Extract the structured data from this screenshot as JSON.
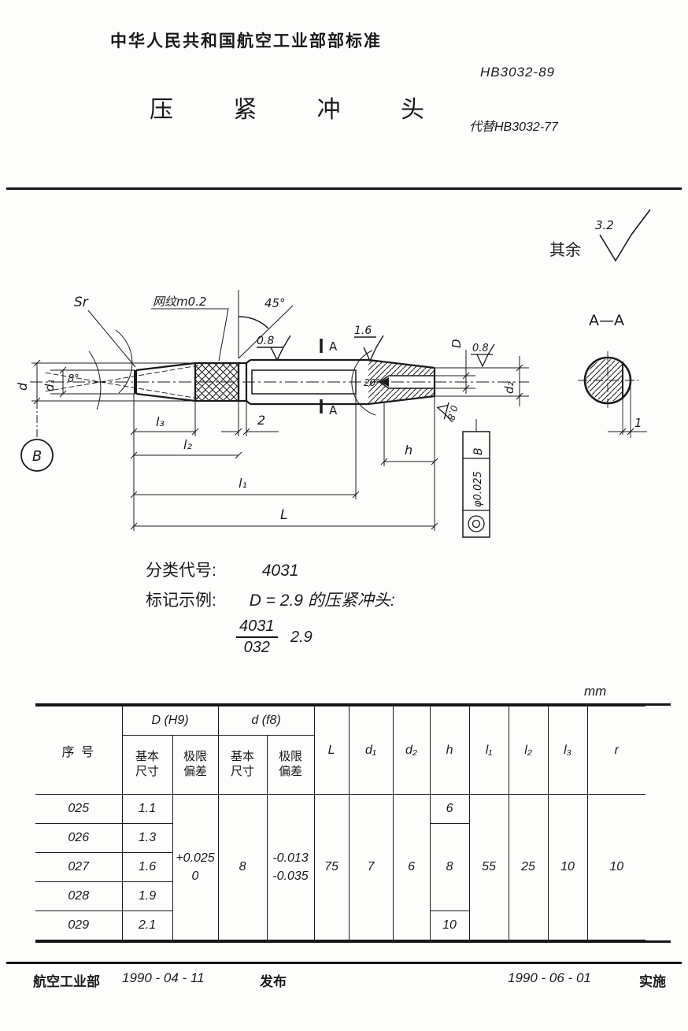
{
  "header": {
    "org": "中华人民共和国航空工业部部标准",
    "standard_no": "HB3032-89",
    "title": "压 紧 冲 头",
    "replaces": "代替HB3032-77"
  },
  "drawing": {
    "others_note": "其余",
    "others_value": "3.2",
    "sr": "Sr",
    "knurl_note": "网纹m0.2",
    "angle_45": "45°",
    "angle_20": "20°",
    "angle_8": "8°",
    "finish_08": "0.8",
    "finish_16": "1.6",
    "dim_d": "d",
    "dim_d1": "d₁",
    "dim_d2": "d₂",
    "dim_D": "D",
    "dim_l3": "l₃",
    "groove_2": "2",
    "dim_l2": "l₂",
    "dim_l1": "l₁",
    "dim_L": "L",
    "dim_h": "h",
    "flat_1": "1",
    "datum_b": "B",
    "section_mark": "A",
    "section_title": "A—A",
    "fcf_symbol": "concentricity-icon",
    "fcf_tolerance": "φ0.025",
    "fcf_datum": "B"
  },
  "classification": {
    "code_label": "分类代号:",
    "code_value": "4031",
    "example_label": "标记示例:",
    "example_text": "D = 2.9 的压紧冲头:",
    "frac_top": "4031",
    "frac_bottom": "032",
    "example_value": "2.9"
  },
  "table": {
    "unit": "mm",
    "headers": {
      "no": "序 号",
      "group_D": "D (H9)",
      "group_d": "d (f8)",
      "sub": [
        "基本尺寸",
        "极限偏差",
        "基本尺寸",
        "极限偏差"
      ],
      "cols": [
        "L",
        "d₁",
        "d₂",
        "h",
        "l₁",
        "l₂",
        "l₃",
        "r"
      ]
    },
    "rows": [
      {
        "no": "025",
        "D_basic": "1.1",
        "h": "6"
      },
      {
        "no": "026",
        "D_basic": "1.3",
        "h": "8"
      },
      {
        "no": "027",
        "D_basic": "1.6"
      },
      {
        "no": "028",
        "D_basic": "1.9"
      },
      {
        "no": "029",
        "D_basic": "2.1",
        "h": "10"
      }
    ],
    "merged": {
      "D_dev": [
        "+0.025",
        "0"
      ],
      "d_basic": "8",
      "d_dev": [
        "-0.013",
        "-0.035"
      ],
      "L": "75",
      "d1": "7",
      "d2": "6",
      "l1": "55",
      "l2": "25",
      "l3": "10",
      "r": "10"
    }
  },
  "footer": {
    "left_org": "航空工业部",
    "left_date": "1990 - 04 - 11",
    "left_action": "发布",
    "right_date": "1990 - 06 - 01",
    "right_action": "实施"
  }
}
